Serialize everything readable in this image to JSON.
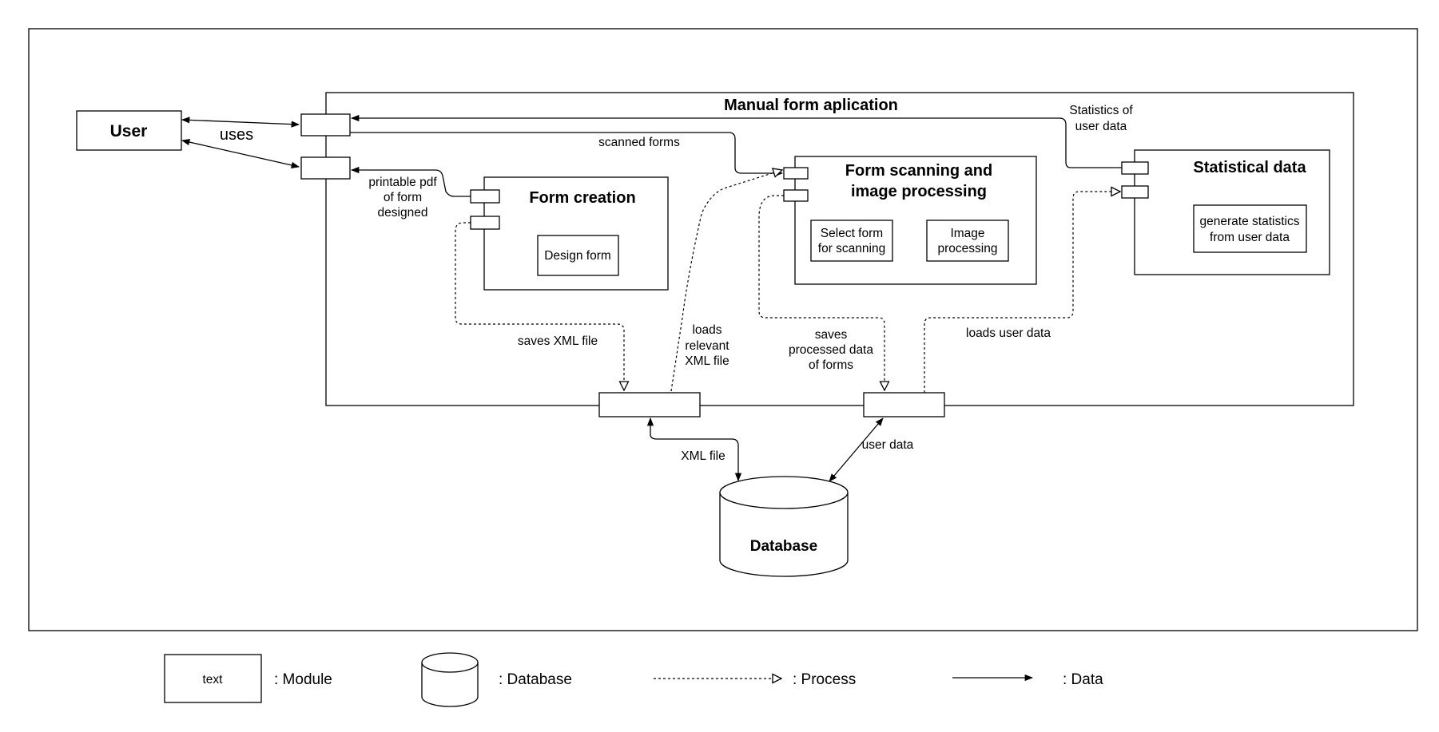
{
  "user": {
    "label": "User",
    "uses_label": "uses"
  },
  "app": {
    "title": "Manual form aplication",
    "scanned_forms_label": "scanned forms",
    "printable_pdf_lines": [
      "printable pdf",
      "of form",
      "designed"
    ],
    "statistics_lines": [
      "Statistics of",
      "user data"
    ],
    "saves_xml_label": "saves XML file",
    "loads_xml_lines": [
      "loads",
      "relevant",
      "XML file"
    ],
    "saves_processed_lines": [
      "saves",
      "processed data",
      "of forms"
    ],
    "loads_user_data_label": "loads user data"
  },
  "modules": {
    "form_creation": {
      "title": "Form creation",
      "sub": [
        "Design form"
      ]
    },
    "form_scanning": {
      "title_lines": [
        "Form scanning and",
        "image processing"
      ],
      "select_form_lines": [
        "Select form",
        "for scanning"
      ],
      "image_processing_lines": [
        "Image",
        "processing"
      ]
    },
    "statistical": {
      "title": "Statistical data",
      "sub_lines": [
        "generate statistics",
        "from user data"
      ]
    }
  },
  "database": {
    "label": "Database",
    "xml_file_label": "XML file",
    "user_data_label": "user data"
  },
  "legend": {
    "module_sample": "text",
    "module_label": ": Module",
    "database_label": ": Database",
    "process_label": ": Process",
    "data_label": ": Data"
  }
}
